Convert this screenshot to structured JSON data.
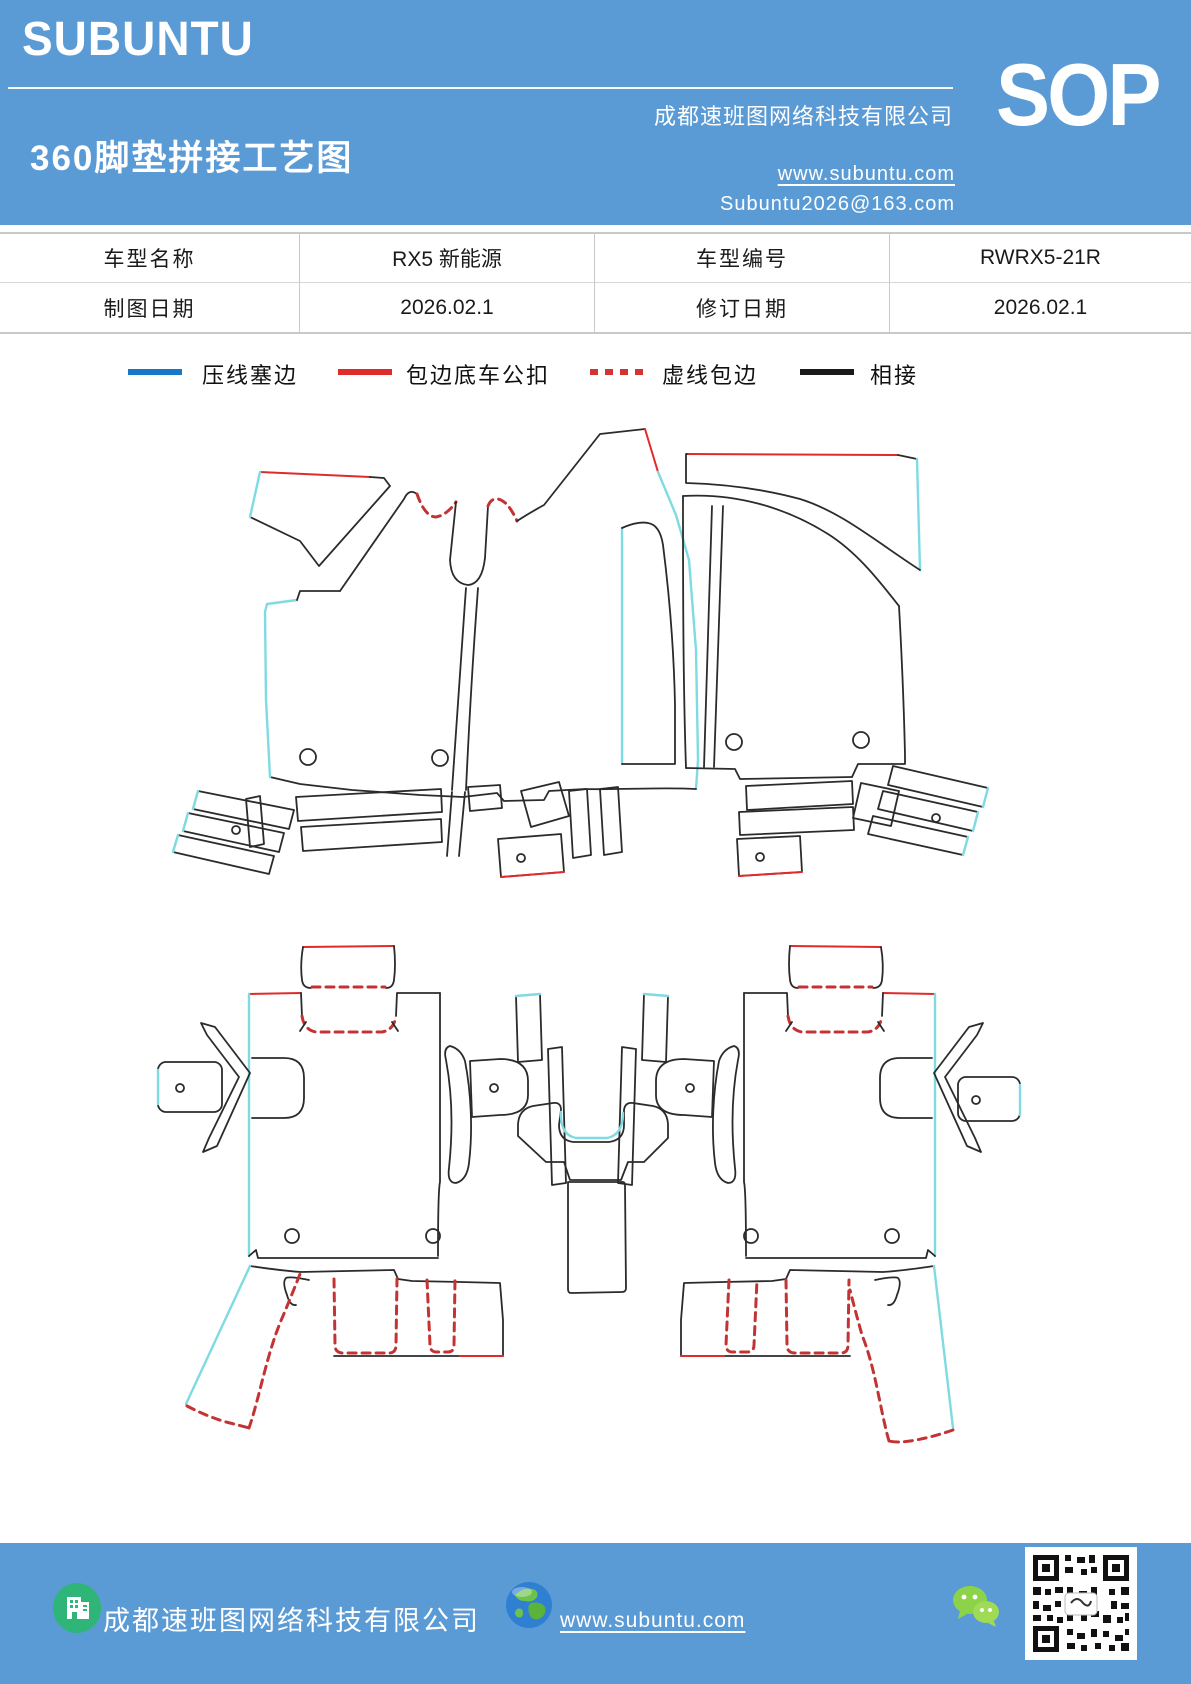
{
  "header": {
    "brand": "SUBUNTU",
    "company": "成都速班图网络科技有限公司",
    "doc_type": "SOP",
    "title": "360脚垫拼接工艺图",
    "website": "www.subuntu.com",
    "email": "Subuntu2026@163.com",
    "bg_color": "#5B9BD5"
  },
  "info_table": {
    "rows": [
      [
        "车型名称",
        "RX5  新能源",
        "车型编号",
        "RWRX5-21R"
      ],
      [
        "制图日期",
        "2026.02.1",
        "修订日期",
        "2026.02.1"
      ]
    ]
  },
  "legend": {
    "items": [
      {
        "label": "压线塞边",
        "style": "solid",
        "color": "#1778C8"
      },
      {
        "label": "包边底车公扣",
        "style": "solid",
        "color": "#E02B2B"
      },
      {
        "label": "虚线包边",
        "style": "dotted",
        "color": "#D43333"
      },
      {
        "label": "相接",
        "style": "solid",
        "color": "#1A1A1A"
      }
    ]
  },
  "diagram": {
    "description": "360 全包围脚垫拼接工艺线稿：上排左右前排脚垫裁片，下排左右后排脚垫裁片及中央通道裁片",
    "colors": {
      "outline": "#2B2B2B",
      "edge_trim_cyan": "#7FDBE2",
      "bead_edge_red": "#E02B2B",
      "dashed_wrap_red": "#C33333"
    }
  },
  "footer": {
    "company": "成都速班图网络科技有限公司",
    "website": "www.subuntu.com",
    "bg_color": "#5B9BD5"
  }
}
